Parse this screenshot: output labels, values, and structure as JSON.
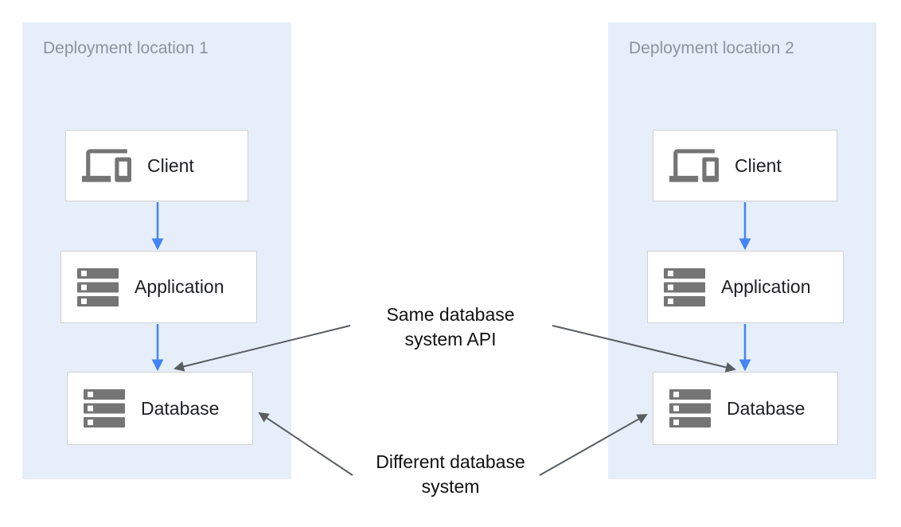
{
  "colors": {
    "panel_bg": "#E6EEF9",
    "box_bg": "#FFFFFF",
    "box_border": "#CDD1D5",
    "box_label": "#202124",
    "panel_title": "#8D939B",
    "flow_arrow": "#4285F4",
    "annotation_arrow": "#5A5E63",
    "annotation_text": "#111111",
    "icon_gray": "#757575"
  },
  "panels": [
    {
      "title": "Deployment location 1",
      "nodes": [
        {
          "label": "Client",
          "icon": "devices-icon"
        },
        {
          "label": "Application",
          "icon": "server-stack-icon"
        },
        {
          "label": "Database",
          "icon": "server-stack-icon"
        }
      ]
    },
    {
      "title": "Deployment location 2",
      "nodes": [
        {
          "label": "Client",
          "icon": "devices-icon"
        },
        {
          "label": "Application",
          "icon": "server-stack-icon"
        },
        {
          "label": "Database",
          "icon": "server-stack-icon"
        }
      ]
    }
  ],
  "annotations": [
    {
      "text": "Same database system API"
    },
    {
      "text": "Different database system"
    }
  ]
}
